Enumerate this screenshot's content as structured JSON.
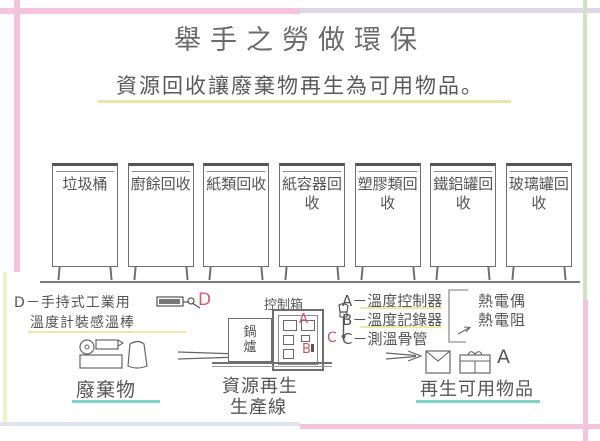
{
  "poster": {
    "title": "舉手之勞做環保",
    "subtitle": "資源回收讓廢棄物再生為可用物品。"
  },
  "bins": [
    {
      "name": "bin-general-waste",
      "label": "垃圾桶"
    },
    {
      "name": "bin-food-waste",
      "label": "廚餘回收"
    },
    {
      "name": "bin-paper",
      "label": "紙類回收"
    },
    {
      "name": "bin-paper-container",
      "label": "紙容器回收"
    },
    {
      "name": "bin-plastic",
      "label": "塑膠類回收"
    },
    {
      "name": "bin-metal-can",
      "label": "鐵鋁罐回收"
    },
    {
      "name": "bin-glass",
      "label": "玻璃罐回收"
    }
  ],
  "diagram": {
    "d_note_line1": "D－手持式工業用",
    "d_note_line2": "溫度計裝感溫棒",
    "d_letter": "D",
    "waste_label": "廢棄物",
    "boiler_label_line1": "鍋",
    "boiler_label_line2": "爐",
    "control_box_label": "控制箱",
    "marker_a": "A",
    "marker_b": "B",
    "marker_c": "C",
    "production_line_label_line1": "資源再生",
    "production_line_label_line2": "生產線",
    "legend": [
      {
        "name": "legend-a",
        "text": "A－溫度控制器"
      },
      {
        "name": "legend-b",
        "text": "B－溫度記錄器"
      },
      {
        "name": "legend-c",
        "text": "C－測溫骨管"
      }
    ],
    "sensor_note_line1": "熱電偶",
    "sensor_note_line2": "熱電阻",
    "product_letter": "A",
    "product_label": "再生可用物品"
  },
  "colors": {
    "frame_pink": "#f6c3dc",
    "frame_lavender": "#ded7e8",
    "frame_yellow": "#f3f0c4",
    "frame_green": "#cfe3c2",
    "frame_blue": "#dfe3ef",
    "highlight_yellow": "#ebe9a6",
    "highlight_teal": "#7fd3c4",
    "marker_red": "#c05a68",
    "pencil_gray": "#5d5d5d"
  }
}
